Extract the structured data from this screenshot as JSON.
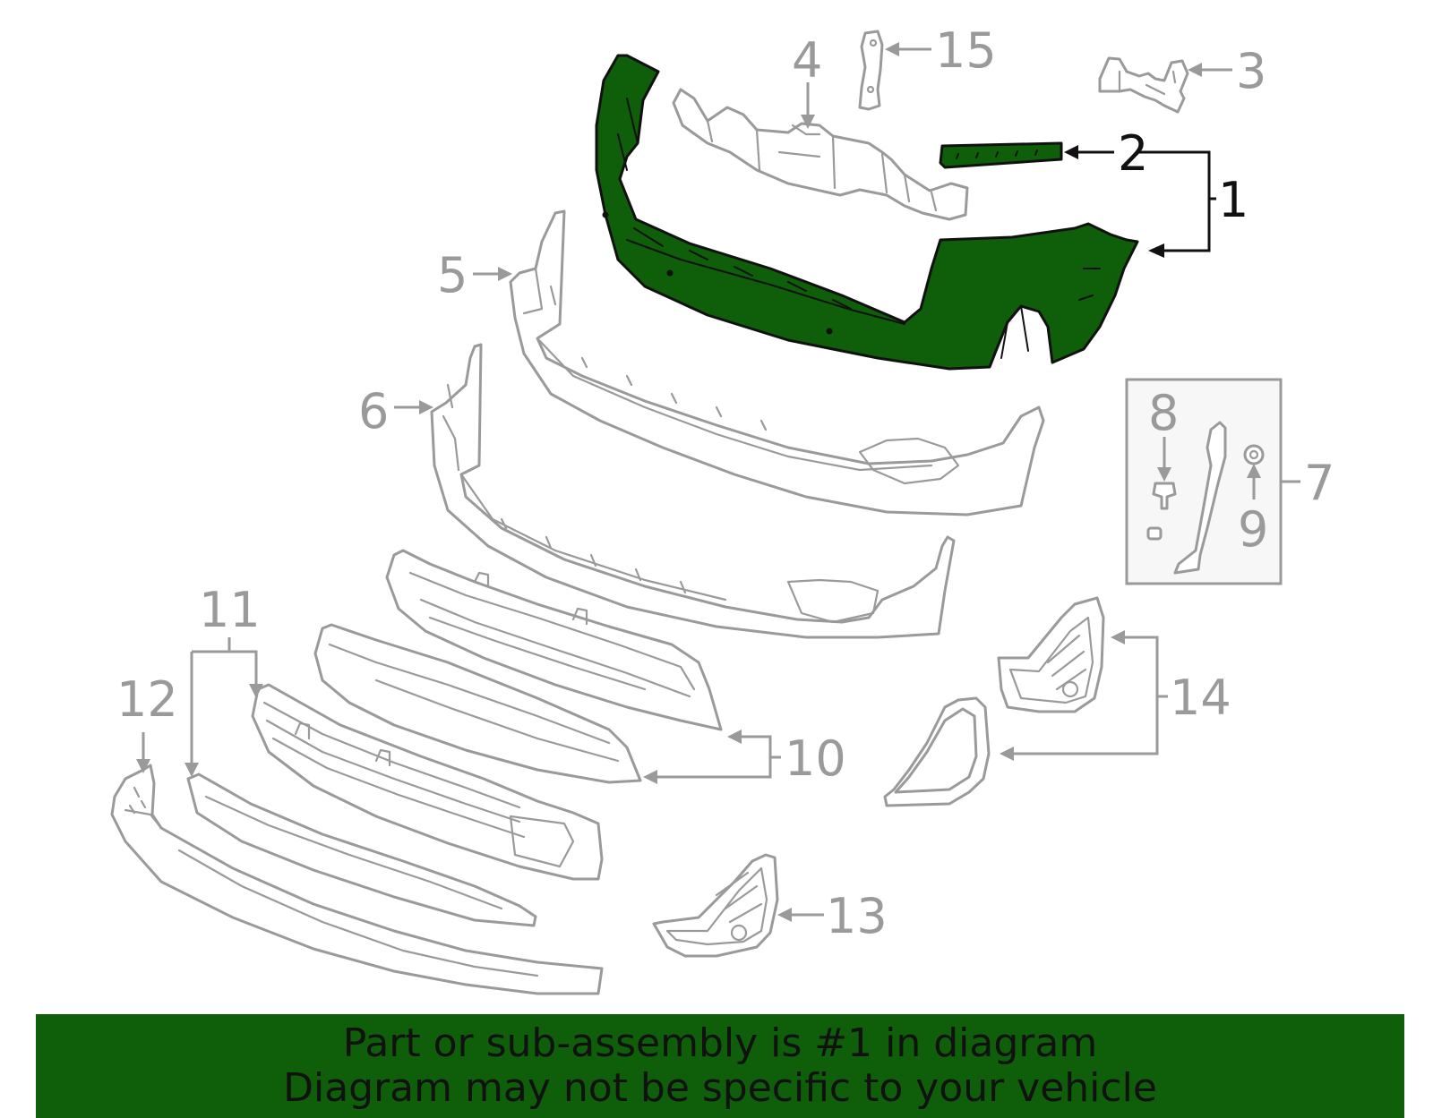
{
  "colors": {
    "highlight": "#0f5e0a",
    "footer_bg": "#0f5e0a",
    "part_outline": "#9a9a9a",
    "selected_outline": "#111111"
  },
  "callouts": {
    "c1": "1",
    "c2": "2",
    "c3": "3",
    "c4": "4",
    "c5": "5",
    "c6": "6",
    "c7": "7",
    "c8": "8",
    "c9": "9",
    "c10": "10",
    "c11": "11",
    "c12": "12",
    "c13": "13",
    "c14": "14",
    "c15": "15"
  },
  "highlighted_callouts": [
    "1",
    "2"
  ],
  "footer": {
    "line1": "Part or sub-assembly is #1 in diagram",
    "line2": "Diagram may not be specific to your vehicle"
  }
}
